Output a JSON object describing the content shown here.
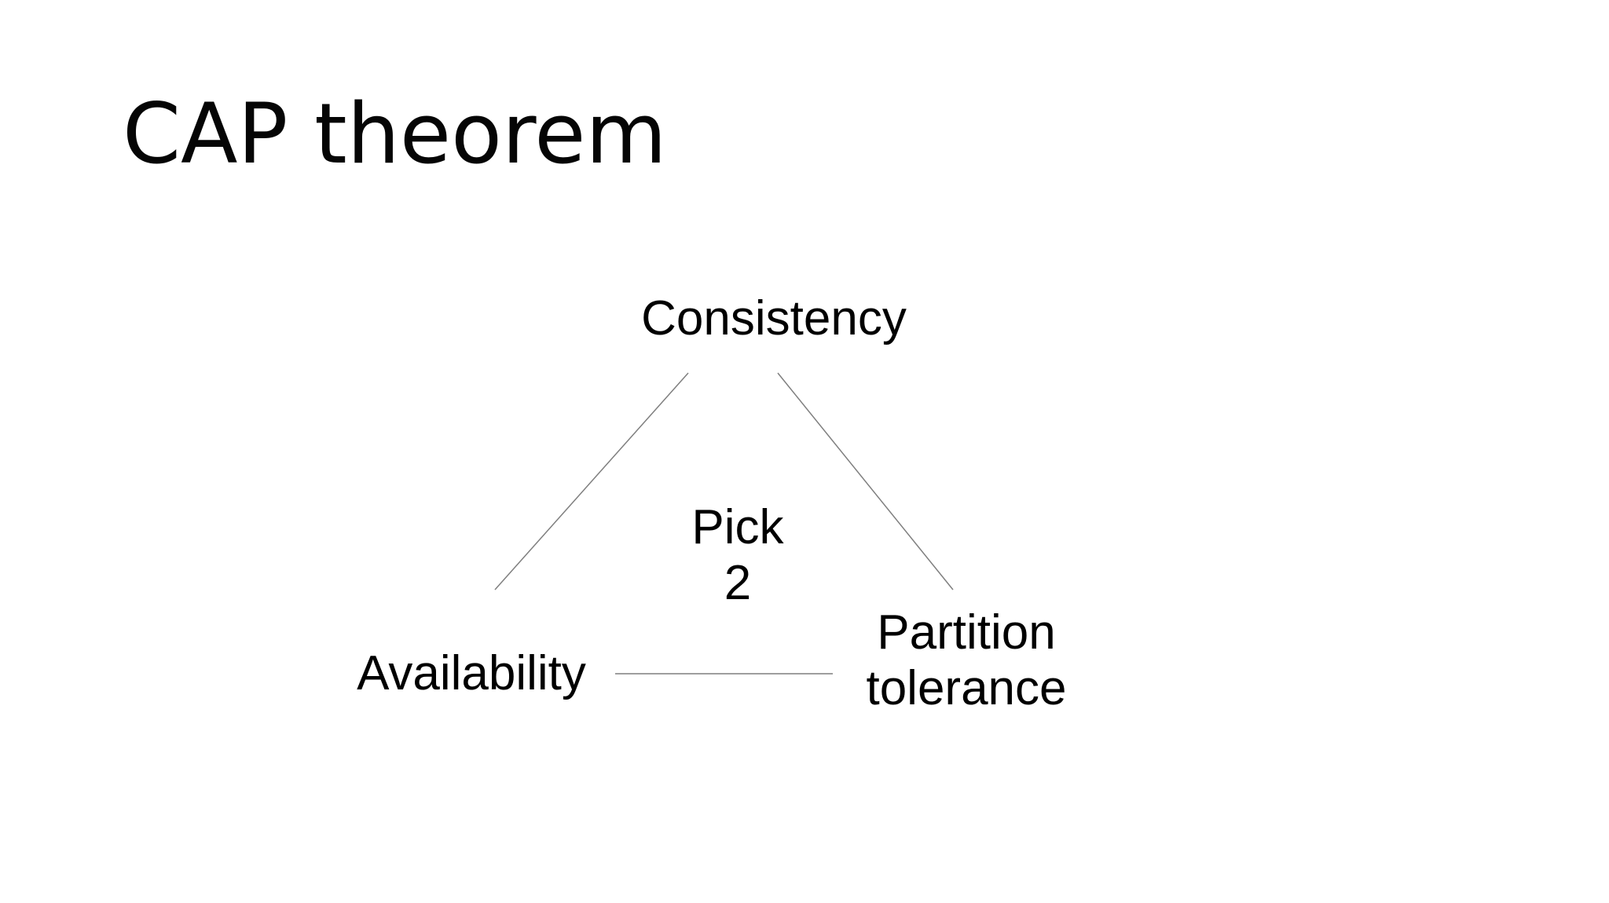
{
  "slide": {
    "title": "CAP theorem",
    "background_color": "#ffffff",
    "text_color": "#000000"
  },
  "diagram": {
    "type": "triangle",
    "edge_color": "#7f7f7f",
    "nodes": {
      "top": {
        "label": "Consistency"
      },
      "bottom_left": {
        "label": "Availability"
      },
      "bottom_right": {
        "label_line1": "Partition",
        "label_line2": "tolerance"
      }
    },
    "center": {
      "line1": "Pick",
      "line2": "2"
    },
    "edges": [
      "consistency-availability",
      "consistency-partition-tolerance",
      "availability-partition-tolerance"
    ]
  }
}
